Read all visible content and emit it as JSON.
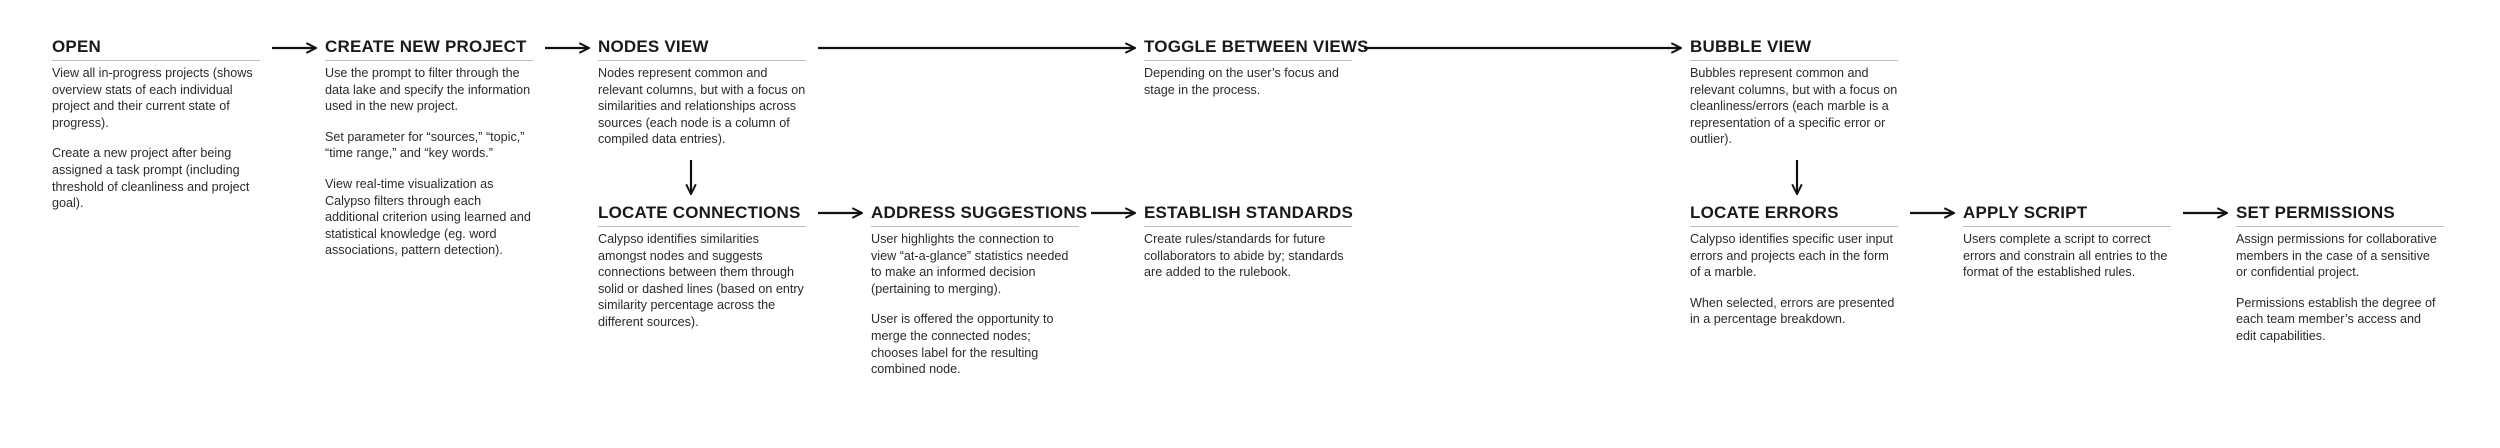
{
  "nodes": [
    {
      "id": "open",
      "title": "OPEN",
      "paragraphs": [
        "View all in-progress projects (shows overview stats of each individual project and their current state of progress).",
        "Create a new project after being assigned a task prompt (including threshold of cleanliness and project goal)."
      ]
    },
    {
      "id": "create-new-project",
      "title": "CREATE NEW PROJECT",
      "paragraphs": [
        "Use the prompt to filter through the data lake and specify the information used in the new project.",
        "Set parameter for “sources,” “topic,” “time range,” and “key words.”",
        "View real-time visualization as Calypso filters through each additional criterion using learned and statistical knowledge (eg. word associations, pattern detection)."
      ]
    },
    {
      "id": "nodes-view",
      "title": "NODES VIEW",
      "paragraphs": [
        "Nodes represent common and relevant columns, but with a focus on similarities and relationships across sources (each node is a column of compiled data entries)."
      ]
    },
    {
      "id": "toggle-between-views",
      "title": "TOGGLE BETWEEN VIEWS",
      "paragraphs": [
        "Depending on the user’s focus and stage in the process."
      ]
    },
    {
      "id": "bubble-view",
      "title": "BUBBLE VIEW",
      "paragraphs": [
        "Bubbles represent common and relevant columns, but with a focus on cleanliness/errors (each marble is a representation of a specific error or outlier)."
      ]
    },
    {
      "id": "locate-connections",
      "title": "LOCATE CONNECTIONS",
      "paragraphs": [
        "Calypso identifies similarities amongst nodes and suggests connections between them through solid or dashed lines (based on entry similarity percentage across the different sources)."
      ]
    },
    {
      "id": "address-suggestions",
      "title": "ADDRESS SUGGESTIONS",
      "paragraphs": [
        "User highlights the connection to view “at-a-glance” statistics needed to make an informed decision (pertaining to merging).",
        "User is offered the opportunity to merge the connected nodes; chooses label for the resulting combined node."
      ]
    },
    {
      "id": "establish-standards",
      "title": "ESTABLISH STANDARDS",
      "paragraphs": [
        "Create rules/standards for future collaborators to abide by; standards are added to the rulebook."
      ]
    },
    {
      "id": "locate-errors",
      "title": "LOCATE ERRORS",
      "paragraphs": [
        "Calypso identifies specific user input errors and projects each in the form of a marble.",
        "When selected, errors are presented in a percentage breakdown."
      ]
    },
    {
      "id": "apply-script",
      "title": "APPLY SCRIPT",
      "paragraphs": [
        "Users complete a script to correct errors and constrain all entries to the format of the established rules."
      ]
    },
    {
      "id": "set-permissions",
      "title": "SET PERMISSIONS",
      "paragraphs": [
        "Assign permissions for collaborative members in the case of a sensitive or confidential project.",
        "Permissions establish the degree of each team member’s access and edit capabilities."
      ]
    }
  ],
  "edges": [
    {
      "from": "open",
      "to": "create-new-project"
    },
    {
      "from": "create-new-project",
      "to": "nodes-view"
    },
    {
      "from": "nodes-view",
      "to": "toggle-between-views"
    },
    {
      "from": "toggle-between-views",
      "to": "bubble-view"
    },
    {
      "from": "nodes-view",
      "to": "locate-connections"
    },
    {
      "from": "locate-connections",
      "to": "address-suggestions"
    },
    {
      "from": "address-suggestions",
      "to": "establish-standards"
    },
    {
      "from": "bubble-view",
      "to": "locate-errors"
    },
    {
      "from": "locate-errors",
      "to": "apply-script"
    },
    {
      "from": "apply-script",
      "to": "set-permissions"
    }
  ]
}
